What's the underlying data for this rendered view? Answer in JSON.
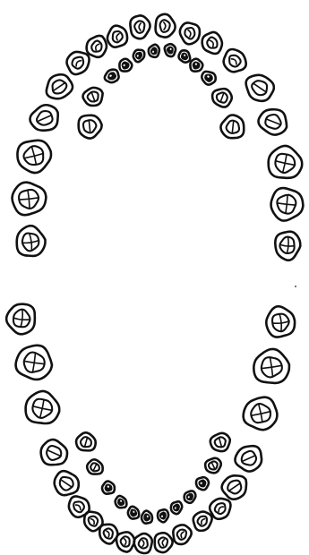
{
  "diagram": {
    "type": "dental-arch-chart",
    "ink_color": "#111111",
    "background_color": "#ffffff",
    "arches": [
      {
        "name": "upper",
        "permanent_teeth_count": 16,
        "primary_teeth_count": 10
      },
      {
        "name": "lower",
        "permanent_teeth_count": 16,
        "primary_teeth_count": 10
      }
    ]
  }
}
